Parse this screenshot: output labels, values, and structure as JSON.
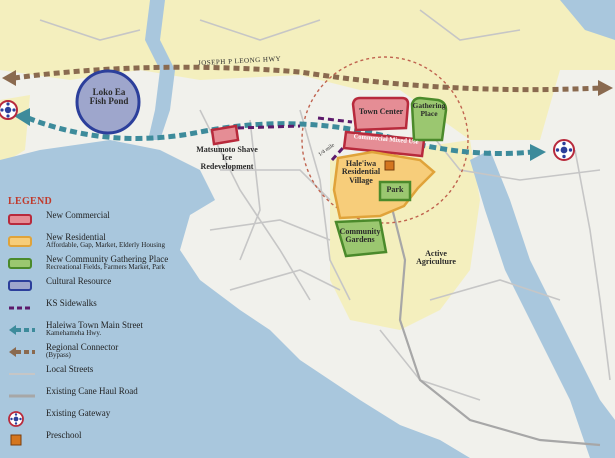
{
  "map": {
    "labels": {
      "highway": "JOSEPH P LEONG HWY",
      "fish_pond": "Loko Ea Fish Pond",
      "matsumoto": "Matsumoto Shave Ice Redevelopment",
      "town_center": "Town Center",
      "gathering_place": "Gathering Place",
      "commercial_strip": "Commercial Mixed Use",
      "residential_village": "Hale'iwa Residential Village",
      "park": "Park",
      "community_gardens": "Community Gardens",
      "active_agriculture": "Active Agriculture",
      "radius": "1/4 mile"
    },
    "colors": {
      "water": "#a9c7dd",
      "land": "#f1f1ec",
      "yellow_zone": "#f4efbe",
      "commercial": "#e58d95",
      "commercial_border": "#b82a3c",
      "residential": "#f7cd7a",
      "residential_border": "#e0a33a",
      "gathering": "#9bc770",
      "gathering_border": "#4b8a2b",
      "cultural": "#9ea6cc",
      "cultural_border": "#2c3f9b",
      "sidewalk": "#5c1a6b",
      "main_street": "#3d8b9b",
      "regional": "#8a6a4f",
      "radius_ring": "#c0634f"
    }
  },
  "legend": {
    "title": "LEGEND",
    "items": [
      {
        "label": "New Commercial",
        "sub": "",
        "symbol": "commercial-swatch"
      },
      {
        "label": "New Residential",
        "sub": "Affordable, Gap, Market, Elderly Housing",
        "symbol": "residential-swatch"
      },
      {
        "label": "New Community Gathering Place",
        "sub": "Recreational Fields, Farmers Market, Park",
        "symbol": "gathering-swatch"
      },
      {
        "label": "Cultural Resource",
        "sub": "",
        "symbol": "cultural-swatch"
      },
      {
        "label": "KS Sidewalks",
        "sub": "",
        "symbol": "sidewalk-line"
      },
      {
        "label": "Haleiwa Town Main Street",
        "sub": "Kamehameha Hwy.",
        "symbol": "main-street-arrow"
      },
      {
        "label": "Regional Connector",
        "sub": "(Bypass)",
        "symbol": "regional-arrow"
      },
      {
        "label": "Local Streets",
        "sub": "",
        "symbol": "local-street-line"
      },
      {
        "label": "Existing Cane Haul Road",
        "sub": "",
        "symbol": "cane-road-line"
      },
      {
        "label": "Existing Gateway",
        "sub": "",
        "symbol": "gateway-icon"
      },
      {
        "label": "Preschool",
        "sub": "",
        "symbol": "preschool-icon"
      }
    ]
  }
}
